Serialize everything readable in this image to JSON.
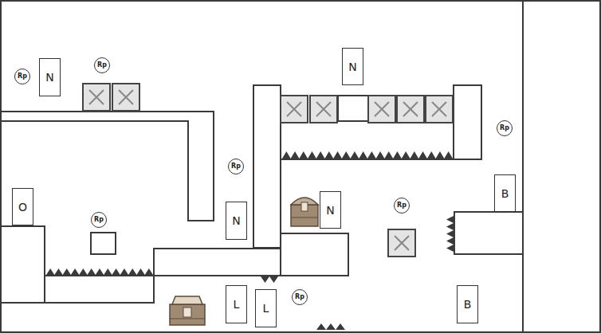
{
  "diagram": {
    "nodes": [
      {
        "text": [
          "Rp"
        ]
      },
      {
        "text": [
          "N"
        ]
      },
      {
        "text": [
          "Rp"
        ]
      },
      {
        "text": [
          "N"
        ]
      },
      {
        "text": [
          "Rp"
        ]
      },
      {
        "text": [
          "Rp"
        ]
      },
      {
        "text": [
          "B"
        ]
      },
      {
        "text": [
          "O"
        ]
      },
      {
        "text": [
          "Rp"
        ]
      },
      {
        "text": [
          "N"
        ]
      },
      {
        "text": [
          "N"
        ]
      },
      {
        "text": [
          "Rp"
        ]
      },
      {
        "text": [
          "L"
        ]
      },
      {
        "text": [
          "L"
        ]
      },
      {
        "text": [
          "Rp"
        ]
      },
      {
        "text": [
          "B"
        ]
      }
    ]
  }
}
